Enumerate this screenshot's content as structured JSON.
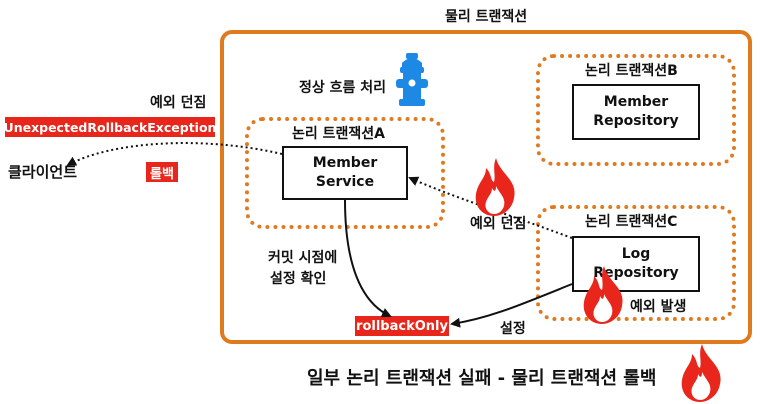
{
  "colors": {
    "frame": "#E07A1F",
    "badge": "#E8261B",
    "hydrant": "#1E88E5",
    "fire": "#E8261B"
  },
  "physical_tx": {
    "title": "물리 트랜잭션"
  },
  "tx_a": {
    "title": "논리 트랜잭션A",
    "component": [
      "Member",
      "Service"
    ]
  },
  "tx_b": {
    "title": "논리 트랜잭션B",
    "component": [
      "Member",
      "Repository"
    ]
  },
  "tx_c": {
    "title": "논리 트랜잭션C",
    "component": [
      "Log",
      "Repository"
    ]
  },
  "labels": {
    "normal_flow": "정상 흐름 처리",
    "exception_thrown_client": "예외 던짐",
    "client": "클라이언트",
    "exception_thrown_c": "예외 던짐",
    "exception_occurred": "예외 발생",
    "commit_check": [
      "커밋 시점에",
      "설정 확인"
    ],
    "set": "설정"
  },
  "badges": {
    "unexpected": "UnexpectedRollbackException",
    "rollback": "롤백",
    "rollback_only": "rollbackOnly"
  },
  "caption": "일부 논리 트랜잭션 실패 - 물리 트랜잭션 롤백",
  "icons": [
    "fire-hydrant-icon",
    "fire-icon"
  ]
}
